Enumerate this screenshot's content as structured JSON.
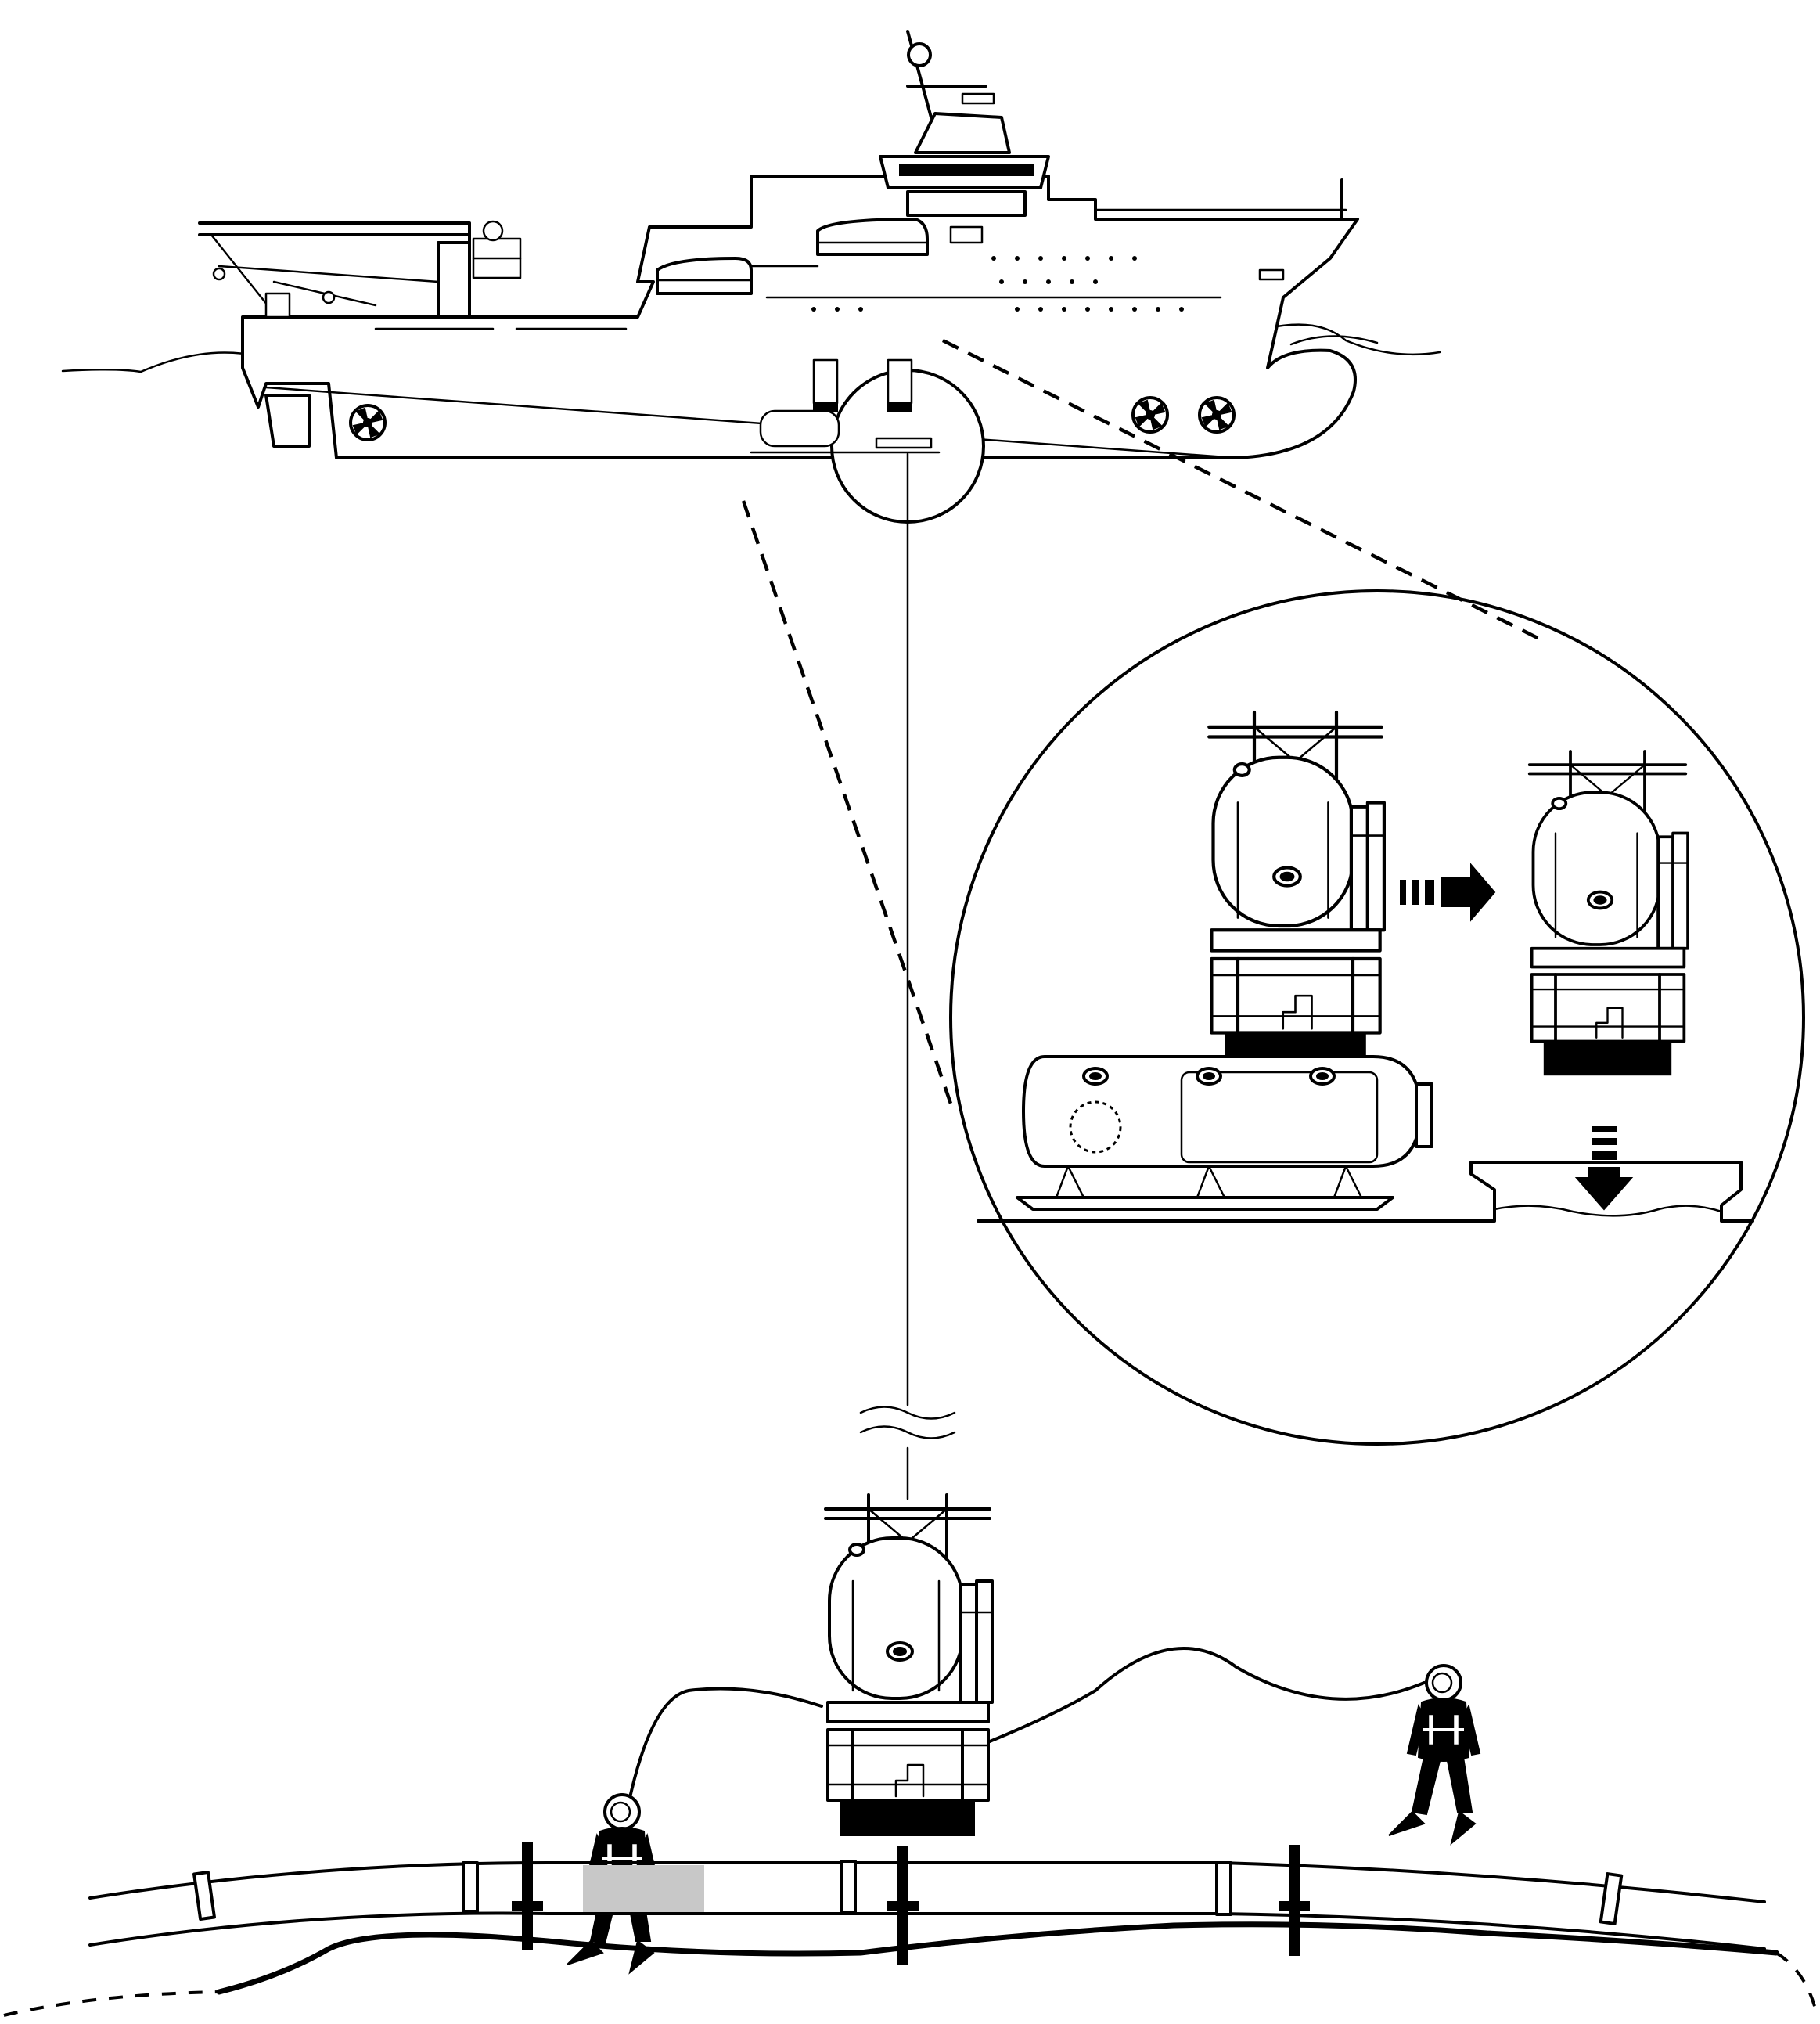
{
  "diagram": {
    "elements": [
      "support-vessel",
      "deck-decompression-chamber",
      "diving-bell",
      "divers",
      "subsea-pipeline"
    ],
    "colors": {
      "line": "#000000",
      "background": "#ffffff",
      "highlight": "#c8c8c8"
    }
  }
}
